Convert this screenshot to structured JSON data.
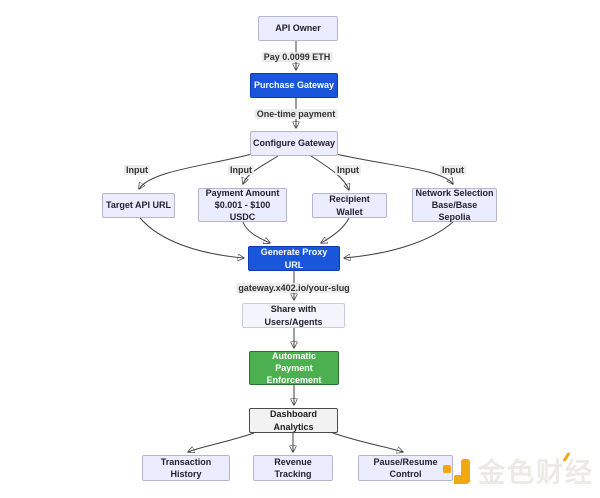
{
  "diagram": {
    "nodes": {
      "api_owner": {
        "lines": [
          "API Owner"
        ]
      },
      "purchase_gateway": {
        "lines": [
          "Purchase Gateway"
        ]
      },
      "configure_gateway": {
        "lines": [
          "Configure Gateway"
        ]
      },
      "target_api_url": {
        "lines": [
          "Target API URL"
        ]
      },
      "payment_amount": {
        "lines": [
          "Payment Amount",
          "$0.001 - $100 USDC"
        ]
      },
      "recipient_wallet": {
        "lines": [
          "Recipient Wallet"
        ]
      },
      "network_selection": {
        "lines": [
          "Network Selection",
          "Base/Base Sepolia"
        ]
      },
      "generate_proxy_url": {
        "lines": [
          "Generate Proxy URL"
        ]
      },
      "share_with_users": {
        "lines": [
          "Share with Users/Agents"
        ]
      },
      "automatic_payment": {
        "lines": [
          "Automatic Payment",
          "Enforcement"
        ]
      },
      "dashboard_analytics": {
        "lines": [
          "Dashboard Analytics"
        ]
      },
      "transaction_history": {
        "lines": [
          "Transaction History"
        ]
      },
      "revenue_tracking": {
        "lines": [
          "Revenue Tracking"
        ]
      },
      "pause_resume": {
        "lines": [
          "Pause/Resume Control"
        ]
      }
    },
    "edges": [
      {
        "from": "api_owner",
        "to": "purchase_gateway",
        "label": "Pay 0.0099 ETH"
      },
      {
        "from": "purchase_gateway",
        "to": "configure_gateway",
        "label": "One-time payment"
      },
      {
        "from": "configure_gateway",
        "to": "target_api_url",
        "label": "Input"
      },
      {
        "from": "configure_gateway",
        "to": "payment_amount",
        "label": "Input"
      },
      {
        "from": "configure_gateway",
        "to": "recipient_wallet",
        "label": "Input"
      },
      {
        "from": "configure_gateway",
        "to": "network_selection",
        "label": "Input"
      },
      {
        "from": "target_api_url",
        "to": "generate_proxy_url",
        "label": ""
      },
      {
        "from": "payment_amount",
        "to": "generate_proxy_url",
        "label": ""
      },
      {
        "from": "recipient_wallet",
        "to": "generate_proxy_url",
        "label": ""
      },
      {
        "from": "network_selection",
        "to": "generate_proxy_url",
        "label": ""
      },
      {
        "from": "generate_proxy_url",
        "to": "share_with_users",
        "label": "gateway.x402.io/your-slug"
      },
      {
        "from": "share_with_users",
        "to": "automatic_payment",
        "label": ""
      },
      {
        "from": "automatic_payment",
        "to": "dashboard_analytics",
        "label": ""
      },
      {
        "from": "dashboard_analytics",
        "to": "transaction_history",
        "label": ""
      },
      {
        "from": "dashboard_analytics",
        "to": "revenue_tracking",
        "label": ""
      },
      {
        "from": "dashboard_analytics",
        "to": "pause_resume",
        "label": ""
      }
    ],
    "colors": {
      "action_blue": "#1a56db",
      "success_green": "#4caf50",
      "node_lavender": "#ececff",
      "node_gray": "#f2f2f2",
      "edge_line": "#3f3f46",
      "watermark_orange": "#f3a712",
      "watermark_gray": "#ebeae7"
    }
  },
  "watermark": {
    "brand": "金色财经"
  }
}
